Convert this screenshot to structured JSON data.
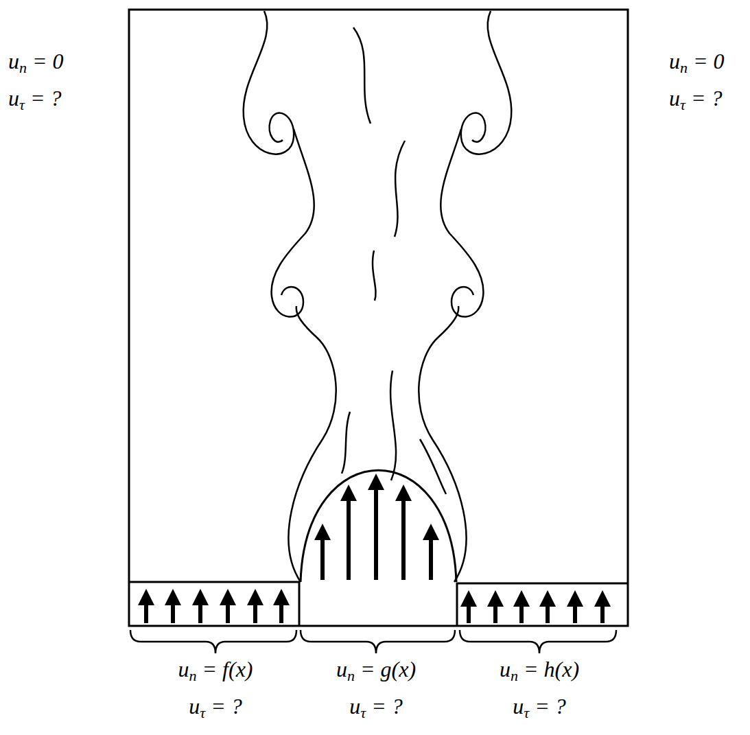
{
  "diagram": {
    "labels": [
      "un = 0",
      "uτ = ?",
      "un = 0",
      "uτ = ?",
      "un = f(x)",
      "uτ = ?",
      "un = g(x)",
      "uτ = ?",
      "un = h(x)",
      "uτ = ?"
    ]
  }
}
